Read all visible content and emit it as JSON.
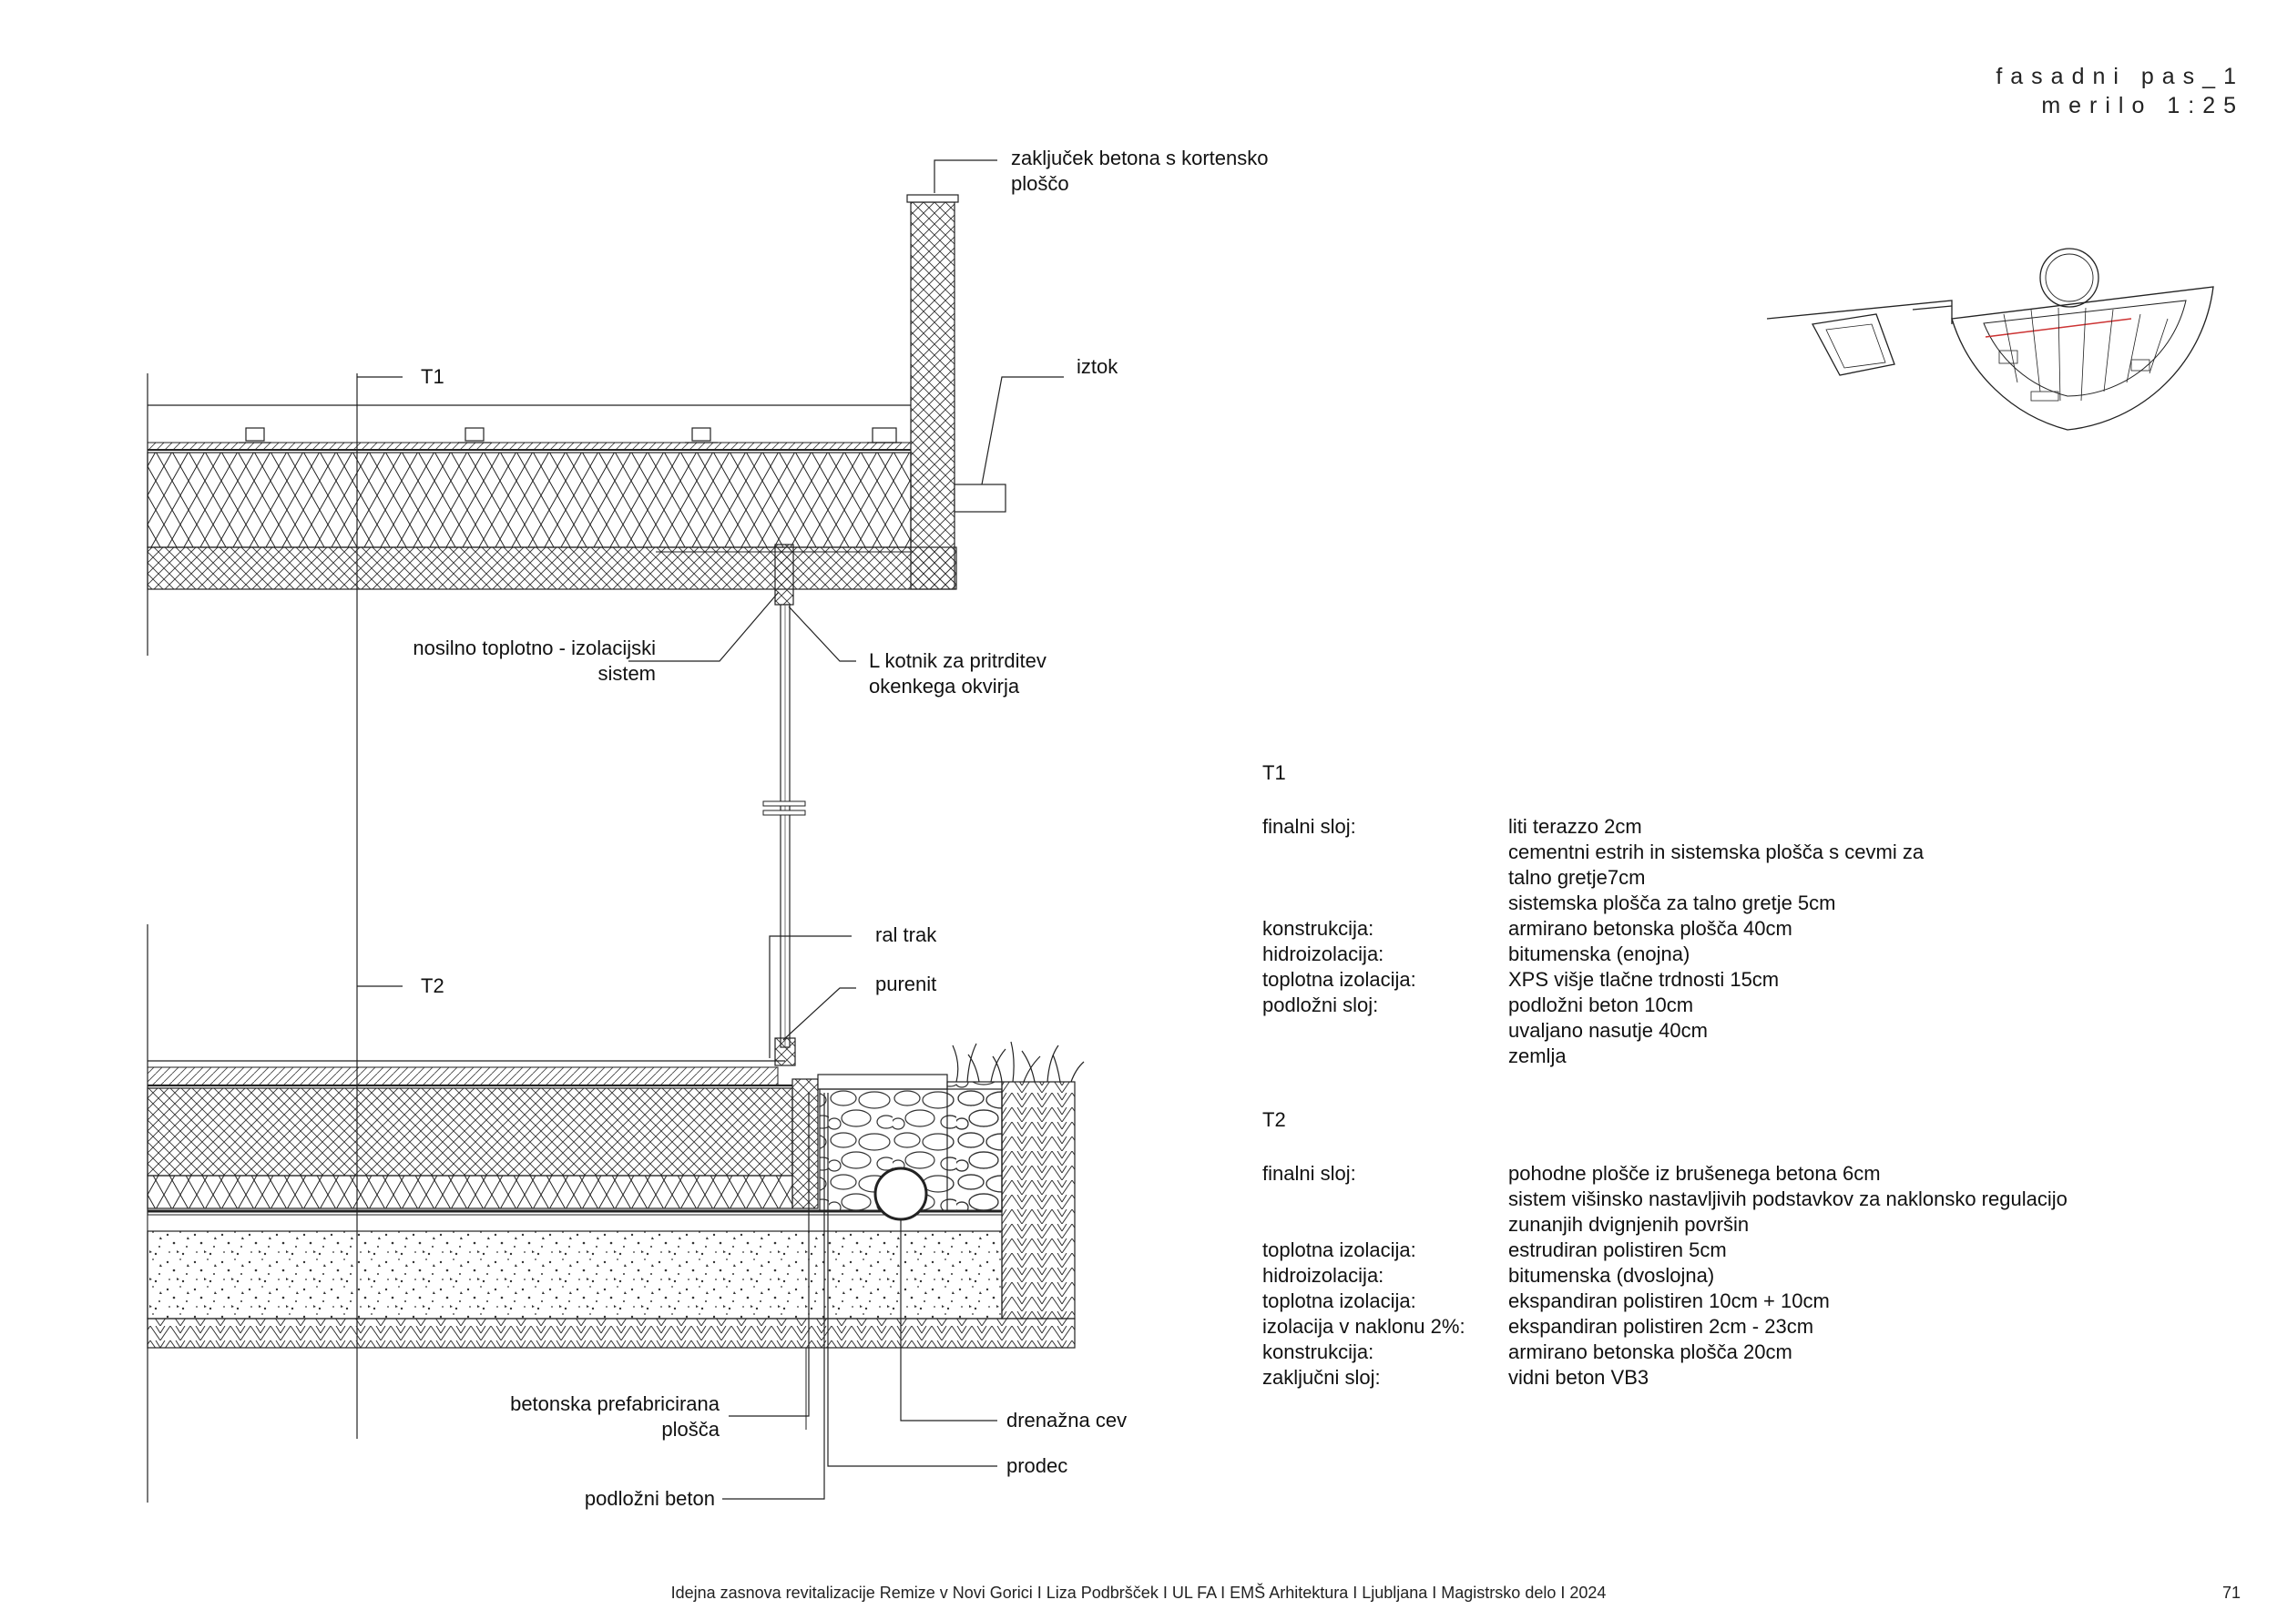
{
  "header": {
    "title": "fasadni pas_1",
    "scale": "merilo 1:25"
  },
  "labels": {
    "t1": "T1",
    "t2": "T2",
    "cap": [
      "zaključek betona s kortensko",
      "ploščo"
    ],
    "outlet": "iztok",
    "support": [
      "nosilno toplotno - izolacijski",
      "sistem"
    ],
    "bracket": [
      "L kotnik za pritrditev",
      "okenkega okvirja"
    ],
    "ral": "ral trak",
    "purenit": "purenit",
    "prefab": [
      "betonska prefabricirana",
      "plošča"
    ],
    "subbase": "podložni beton",
    "drain": "drenažna cev",
    "gravel": "prodec"
  },
  "spec_t1": {
    "title": "T1",
    "rows": [
      {
        "key": "finalni sloj:",
        "lines": [
          "liti terazzo 2cm",
          "cementni estrih in sistemska plošča s cevmi za",
          "talno gretje7cm",
          "sistemska plošča za talno gretje 5cm"
        ]
      },
      {
        "key": "konstrukcija:",
        "lines": [
          "armirano betonska plošča 40cm"
        ]
      },
      {
        "key": "hidroizolacija:",
        "lines": [
          "bitumenska (enojna)"
        ]
      },
      {
        "key": "toplotna izolacija:",
        "lines": [
          "XPS višje tlačne trdnosti 15cm"
        ]
      },
      {
        "key": "podložni sloj:",
        "lines": [
          "podložni beton 10cm",
          "uvaljano nasutje 40cm",
          "zemlja"
        ]
      }
    ]
  },
  "spec_t2": {
    "title": "T2",
    "rows": [
      {
        "key": "finalni sloj:",
        "lines": [
          "pohodne plošče iz brušenega betona 6cm",
          "sistem višinsko nastavljivih podstavkov za naklonsko regulacijo",
          "zunanjih dvignjenih površin"
        ]
      },
      {
        "key": "toplotna izolacija:",
        "lines": [
          "estrudiran polistiren 5cm"
        ]
      },
      {
        "key": "hidroizolacija:",
        "lines": [
          "bitumenska (dvoslojna)"
        ]
      },
      {
        "key": "toplotna izolacija:",
        "lines": [
          "ekspandiran polistiren 10cm + 10cm"
        ]
      },
      {
        "key": "izolacija v naklonu 2%:",
        "lines": [
          "ekspandiran polistiren  2cm - 23cm"
        ]
      },
      {
        "key": "konstrukcija:",
        "lines": [
          "armirano betonska plošča 20cm"
        ]
      },
      {
        "key": "zaključni sloj:",
        "lines": [
          "vidni beton VB3"
        ]
      }
    ]
  },
  "footer": {
    "text": "Idejna zasnova revitalizacije Remize v Novi Gorici  I  Liza Podbršček  I  UL FA  I  EMŠ Arhitektura  I  Ljubljana  I  Magistrsko delo  I  2024",
    "page": "71"
  }
}
